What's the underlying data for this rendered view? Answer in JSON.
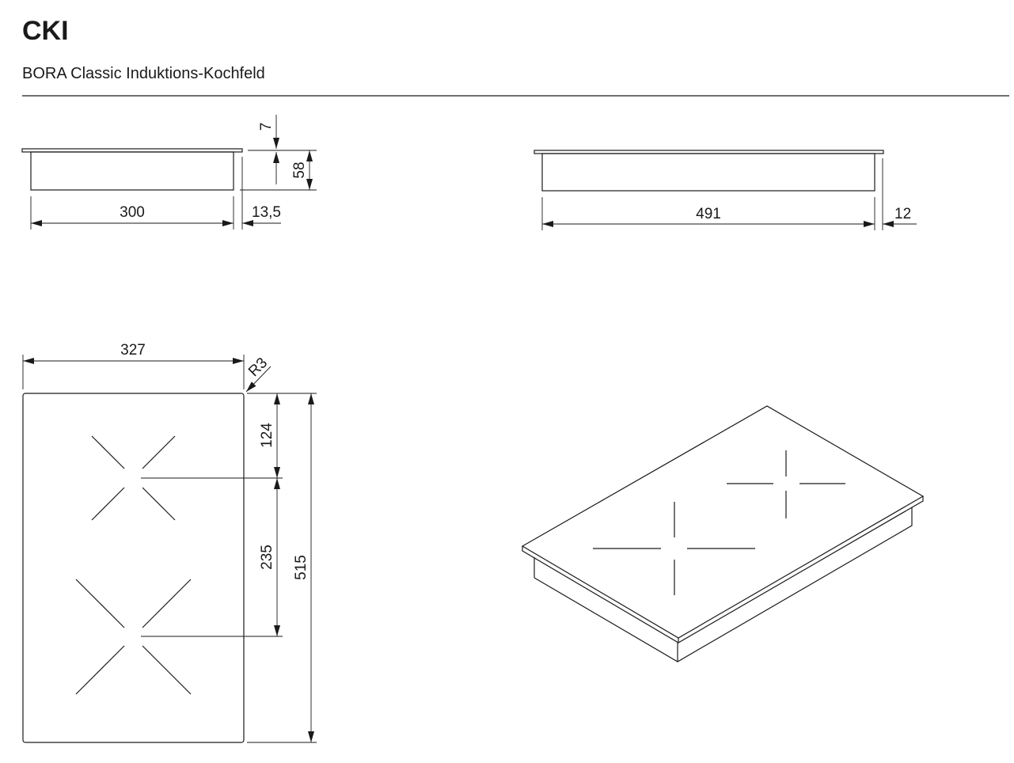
{
  "header": {
    "title": "CKI",
    "subtitle": "BORA Classic Induktions-Kochfeld"
  },
  "side_view_front": {
    "width": "300",
    "offset": "13,5",
    "plate_thickness": "7",
    "height": "58"
  },
  "side_view_side": {
    "width": "491",
    "offset": "12"
  },
  "top_view": {
    "width": "327",
    "radius": "R3",
    "burner1_offset": "124",
    "burner_spacing": "235",
    "depth": "515"
  }
}
